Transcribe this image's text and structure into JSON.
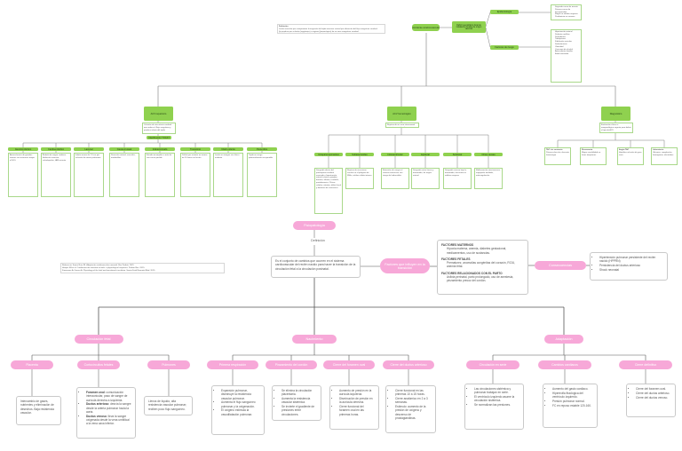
{
  "top": {
    "notes_box": {
      "title": "Definición",
      "lines": [
        "Lesión vascular que compromete la irrigación del tejido nervioso central por alteración del flujo sanguíneo cerebral.",
        "Se produce por oclusión (isquémico) o ruptura (hemorrágico) de un vaso sanguíneo cerebral.",
        "Constituye una urgencia médica tiempo-dependiente."
      ]
    },
    "root": "Accidente cerebrovascular",
    "root_desc": "Déficit neurológico focal de instalación brusca de origen vascular",
    "right_upper_label": "Epidemiología",
    "right_upper_items": [
      "Segunda causa de muerte",
      "Primera causa de discapacidad",
      "Mayor en adultos mayores",
      "Predominio en varones"
    ],
    "right_lower_label": "Factores de riesgo",
    "right_lower_items": [
      "Hipertensión arterial",
      "Diabetes mellitus",
      "Dislipidemia",
      "Tabaquismo",
      "Fibrilación auricular",
      "Sedentarismo",
      "Obesidad",
      "Consumo de alcohol",
      "Antecedente familiar",
      "Edad avanzada"
    ]
  },
  "branches": [
    {
      "label": "ACV isquémico",
      "desc": "Oclusión de una arteria cerebral que reduce el flujo sanguíneo y produce infarto del tejido",
      "sub": "Clasificación TOAST",
      "children": [
        {
          "label": "Aterotrombótico",
          "text": "Aterosclerosis de grandes arterias con estenosis mayor al 50%"
        },
        {
          "label": "Cardioembólico",
          "text": "Émbolo de origen cardiaco: fibrilación auricular, valvulopatías, IAM reciente"
        },
        {
          "label": "Lacunar",
          "text": "Infarto menor de 1.5 cm por oclusión de arteria perforante"
        },
        {
          "label": "Causa inusual",
          "text": "Disección arterial, vasculitis, trombofilias"
        },
        {
          "label": "Indeterminado",
          "text": "Estudio incompleto o más de una causa posible"
        },
        {
          "label": "Transitorio",
          "text": "Déficit que revierte en menos de 24 horas sin lesión"
        },
        {
          "label": "Infarto silente",
          "text": "Lesión en imagen sin clínica evidente"
        },
        {
          "label": "Penumbra",
          "text": "Tejido en riesgo potencialmente recuperable"
        }
      ]
    },
    {
      "label": "ACV hemorrágico",
      "desc": "Ruptura de un vaso intracraneal con extravasación de sangre",
      "children": [
        {
          "label": "Intraparenquimatoso",
          "text": "Sangrado dentro del parénquima cerebral asociado a hipertensión arterial crónica; ganglios basales, tálamo, cerebelo, protuberancia. Clínica: cefalea, vómitos, déficit focal y deterioro de conciencia."
        },
        {
          "label": "Subaracnoideo",
          "text": "Ruptura de aneurisma sacular en el polígono de Willis; cefalea súbita intensa"
        },
        {
          "label": "Intraventricular",
          "text": "Extensión de sangre al sistema ventricular con riesgo de hidrocefalia"
        },
        {
          "label": "Epidural",
          "text": "Sangrado entre hueso y duramadre, de origen arterial"
        },
        {
          "label": "Subdural",
          "text": "Sangrado venoso bajo la duramadre, frecuente en adultos mayores"
        },
        {
          "label": "Otras causas",
          "text": "Malformación arteriovenosa, angiopatía amiloide, anticoagulación"
        }
      ]
    },
    {
      "label": "Diagnóstico",
      "desc": "Evaluación clínica e imagenológica urgente para definir el tipo de ACV",
      "children": [
        {
          "label": "TAC sin contraste",
          "text": "Primera elección, descarta hemorragia"
        },
        {
          "label": "Resonancia",
          "text": "Mayor sensibilidad en fases tempranas"
        },
        {
          "label": "Angio-TAC",
          "text": "Identifica oclusión de gran vaso"
        },
        {
          "label": "Laboratorio",
          "text": "Glicemia, coagulación, hemograma, electrolitos"
        }
      ]
    }
  ],
  "lower": {
    "center": "Fisiopatología",
    "center_sub": "Definición",
    "center_text": "Es el conjunto de cambios que ocurren en el sistema cardiovascular del recién nacido para hacer la transición de la circulación fetal a la circulación postnatal.",
    "note_lines": [
      "Referencia: Saenz Ruiz JR. Adaptación cardiovascular neonatal. Rev Pediatr. 2021.",
      "Hooper SB et al. Cardiovascular transition at birth: a physiological sequence. Pediatr Res. 2015.",
      "Finnemore A, Groves A. Physiology of the fetal and transitional circulation. Semin Fetal Neonatal Med. 2015."
    ],
    "factors_label": "Factores que influyen en la transición",
    "factors": [
      {
        "title": "FACTORES MATERNOS",
        "text": "Hipoxia materna, anemia, diabetes gestacional, medicamentos, uso de sustancias."
      },
      {
        "title": "FACTORES FETALES",
        "text": "Prematurez, anomalías congénitas del corazón, RCIU, anemia fetal."
      },
      {
        "title": "FACTORES RELACIONADOS CON EL PARTO",
        "text": "Asfixia perinatal, parto prolongado, uso de anestesia, pinzamiento precoz del cordón."
      }
    ],
    "consequence_label": "Consecuencias",
    "consequences": [
      "Hipertensión pulmonar persistente del recién nacido (HPPRN)",
      "Persistencia del ductus arterioso",
      "Shock neonatal"
    ],
    "groups": [
      {
        "label": "Circulación fetal",
        "children": [
          {
            "label": "Placenta",
            "text": "Intercambio de gases, nutrientes y eliminación de desechos. Baja resistencia vascular."
          },
          {
            "label": "Cortocircuitos fetales",
            "items": [
              {
                "b": "Foramen oval",
                "t": ": comunicación interauricular, paso de sangre de aurícula derecha a izquierda."
              },
              {
                "b": "Ductus arterioso",
                "t": ": desvía la sangre desde la arteria pulmonar hacia la aorta."
              },
              {
                "b": "Ductus venoso",
                "t": ": lleva la sangre oxigenada desde la vena umbilical a la vena cava inferior."
              }
            ]
          },
          {
            "label": "Pulmones",
            "text": "Llenos de líquido, alta resistencia vascular pulmonar; reciben poco flujo sanguíneo."
          }
        ]
      },
      {
        "label": "Nacimiento",
        "children": [
          {
            "label": "Primera respiración",
            "items": [
              "Expansión pulmonar, disminuye la resistencia vascular pulmonar.",
              "Aumenta el flujo sanguíneo pulmonar y la oxigenación.",
              "El oxígeno estimula la vasodilatación pulmonar."
            ]
          },
          {
            "label": "Pinzamiento del cordón",
            "items": [
              "Se elimina la circulación placentaria.",
              "Aumenta la resistencia vascular sistémica.",
              "Se invierte el gradiente de presiones entre circulaciones."
            ]
          },
          {
            "label": "Cierre del foramen oval",
            "items": [
              "Aumento de presión en la aurícula izquierda.",
              "Disminución de presión en la aurícula derecha.",
              "Cierre funcional del foramen oval en las primeras horas."
            ]
          },
          {
            "label": "Cierre del ductus arterioso",
            "items": [
              "Cierre funcional en las primeras 10 a 15 horas.",
              "Cierre anatómico en 2 a 3 semanas.",
              "Estímulo: aumento de la presión de oxígeno y descenso de prostaglandinas."
            ]
          }
        ]
      },
      {
        "label": "Adaptación",
        "children": [
          {
            "label": "Circulación en serie",
            "items": [
              "Las circulaciones sistémica y pulmonar trabajan en serie.",
              "El ventrículo izquierdo asume la circulación sistémica.",
              "Se normalizan las presiones."
            ]
          },
          {
            "label": "Cambios cardiacos",
            "items": [
              "Aumento del gasto cardiaco.",
              "Hipertrofia fisiológica del ventrículo izquierdo.",
              "Presión pulmonar normal.",
              "FC en reposo estable 120-160."
            ]
          },
          {
            "label": "Cierre definitivo",
            "items": [
              "Cierre del foramen oval.",
              "Cierre del ductus arterioso.",
              "Cierre del ductus venoso."
            ]
          }
        ]
      }
    ]
  }
}
